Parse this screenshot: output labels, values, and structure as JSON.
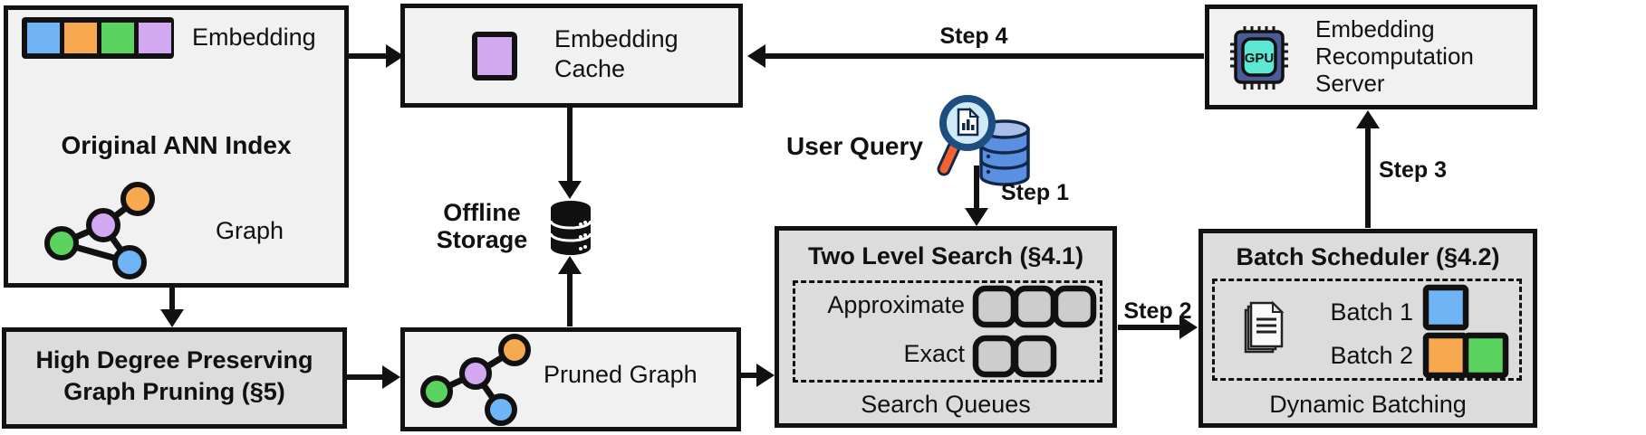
{
  "colors": {
    "blue": "#6FB5F5",
    "orange": "#F7A94F",
    "green": "#5BD35F",
    "purple": "#D2A9F0"
  },
  "original_index": {
    "title": "Original ANN Index",
    "embedding_label": "Embedding",
    "graph_label": "Graph"
  },
  "embedding_cache": {
    "label": "Embedding\nCache"
  },
  "offline_storage": {
    "label": "Offline\nStorage"
  },
  "high_degree_pruning": {
    "title": "High Degree Preserving\nGraph Pruning (§5)"
  },
  "pruned_graph": {
    "label": "Pruned Graph"
  },
  "user_query": {
    "label": "User Query"
  },
  "two_level_search": {
    "title": "Two Level Search (§4.1)",
    "approximate_label": "Approximate",
    "exact_label": "Exact",
    "footer": "Search Queues"
  },
  "batch_scheduler": {
    "title": "Batch Scheduler (§4.2)",
    "batch1_label": "Batch 1",
    "batch2_label": "Batch 2",
    "footer": "Dynamic Batching"
  },
  "recomputation_server": {
    "label": "Embedding\nRecomputation\nServer",
    "gpu_label": "GPU"
  },
  "steps": {
    "step1": "Step 1",
    "step2": "Step 2",
    "step3": "Step 3",
    "step4": "Step 4"
  }
}
